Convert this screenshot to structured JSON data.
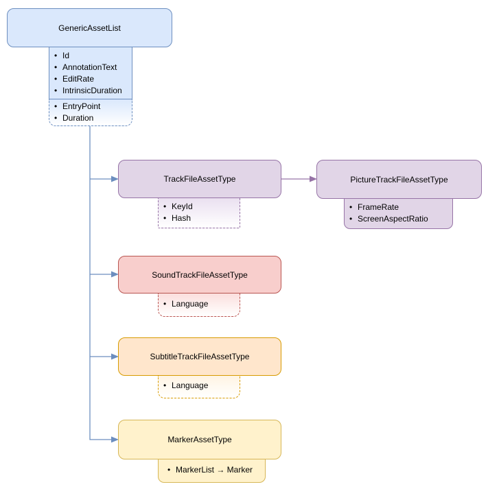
{
  "colors": {
    "blue_fill": "#dae8fc",
    "blue_stroke": "#6c8ebf",
    "purple_fill": "#e1d5e7",
    "purple_stroke": "#9673a6",
    "red_fill": "#f8cecc",
    "red_stroke": "#b85450",
    "orange_fill": "#ffe6cc",
    "orange_stroke": "#d79b00",
    "yellow_fill": "#fff2cc",
    "yellow_stroke": "#d6b656",
    "connector_blue": "#6c8ebf",
    "connector_purple": "#9673a6"
  },
  "nodes": {
    "generic_asset_list": {
      "label": "GenericAssetList",
      "attributes_main": [
        "Id",
        "AnnotationText",
        "EditRate",
        "IntrinsicDuration"
      ],
      "attributes_optional": [
        "EntryPoint",
        "Duration"
      ]
    },
    "track_file_asset_type": {
      "label": "TrackFileAssetType",
      "attributes_optional": [
        "KeyId",
        "Hash"
      ]
    },
    "picture_track_file_asset_type": {
      "label": "PictureTrackFileAssetType",
      "attributes_main": [
        "FrameRate",
        "ScreenAspectRatio"
      ]
    },
    "sound_track_file_asset_type": {
      "label": "SoundTrackFileAssetType",
      "attributes_optional": [
        "Language"
      ]
    },
    "subtitle_track_file_asset_type": {
      "label": "SubtitleTrackFileAssetType",
      "attributes_optional": [
        "Language"
      ]
    },
    "marker_asset_type": {
      "label": "MarkerAssetType",
      "attributes_main": [
        "MarkerList → Marker"
      ]
    }
  },
  "edges": [
    {
      "from": "GenericAssetList",
      "to": "TrackFileAssetType"
    },
    {
      "from": "GenericAssetList",
      "to": "SoundTrackFileAssetType"
    },
    {
      "from": "GenericAssetList",
      "to": "SubtitleTrackFileAssetType"
    },
    {
      "from": "GenericAssetList",
      "to": "MarkerAssetType"
    },
    {
      "from": "TrackFileAssetType",
      "to": "PictureTrackFileAssetType"
    }
  ]
}
